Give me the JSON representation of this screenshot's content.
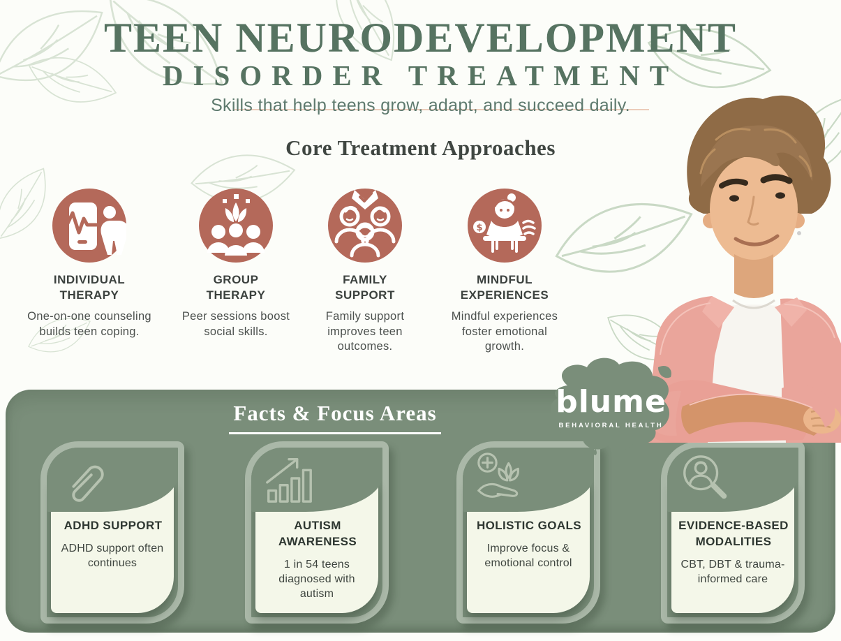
{
  "header": {
    "title_line1": "TEEN NEURODEVELOPMENT",
    "title_line2": "DISORDER TREATMENT",
    "subtitle": "Skills that help teens grow, adapt, and succeed daily."
  },
  "core": {
    "heading": "Core Treatment Approaches",
    "items": [
      {
        "icon": "phone-heartbeat-person-icon",
        "title": "INDIVIDUAL THERAPY",
        "desc": "One-on-one counseling builds teen coping."
      },
      {
        "icon": "lotus-group-icon",
        "title": "GROUP THERAPY",
        "desc": "Peer sessions boost social skills."
      },
      {
        "icon": "family-check-icon",
        "title": "FAMILY SUPPORT",
        "desc": "Family support improves teen outcomes."
      },
      {
        "icon": "meditation-balance-icon",
        "title": "MINDFUL EXPERIENCES",
        "desc": "Mindful experiences foster emotional growth."
      }
    ]
  },
  "facts": {
    "heading": "Facts & Focus Areas",
    "items": [
      {
        "icon": "paperclip-icon",
        "title": "ADHD SUPPORT",
        "desc": "ADHD support often continues"
      },
      {
        "icon": "growth-chart-icon",
        "title": "AUTISM AWARENESS",
        "desc": "1 in 54 teens diagnosed with autism"
      },
      {
        "icon": "hand-lotus-cross-icon",
        "title": "HOLISTIC GOALS",
        "desc": "Improve focus & emotional control"
      },
      {
        "icon": "magnifier-person-icon",
        "title": "EVIDENCE-BASED MODALITIES",
        "desc": "CBT, DBT & trauma-informed care"
      }
    ]
  },
  "logo": {
    "word": "blume",
    "tagline": "BEHAVIORAL HEALTH"
  },
  "colors": {
    "terracotta": "#b4695a",
    "band_green": "#7a8e7a",
    "title_green": "#567361",
    "subtitle_green": "#5e7a6e",
    "card_cream": "#f4f7e9",
    "divider_pink": "#ecccba"
  }
}
